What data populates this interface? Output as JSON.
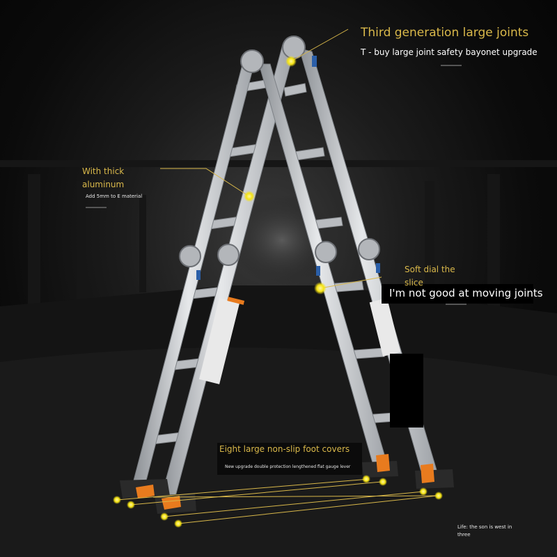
{
  "callouts": {
    "top_title": "Third generation large joints",
    "top_subtitle": "T - buy large joint safety bayonet upgrade",
    "left_title_line1": "With thick",
    "left_title_line2": "aluminum",
    "left_subtitle": "Add 5mm to E material",
    "right_title_line1": "Soft dial the",
    "right_title_line2": "slice",
    "right_subtitle": "I'm not good at moving joints",
    "bottom_title": "Eight large non-slip foot covers",
    "bottom_subtitle": "New upgrade double protection lengthened flat gauge lever",
    "corner_line1": "Life: the son is west in",
    "corner_line2": "three"
  },
  "colors": {
    "gold_text": "#d9b84a",
    "marker_yellow": "#f5e313",
    "aluminum": "#c9ccd0",
    "foot_orange": "#e87b1e"
  }
}
